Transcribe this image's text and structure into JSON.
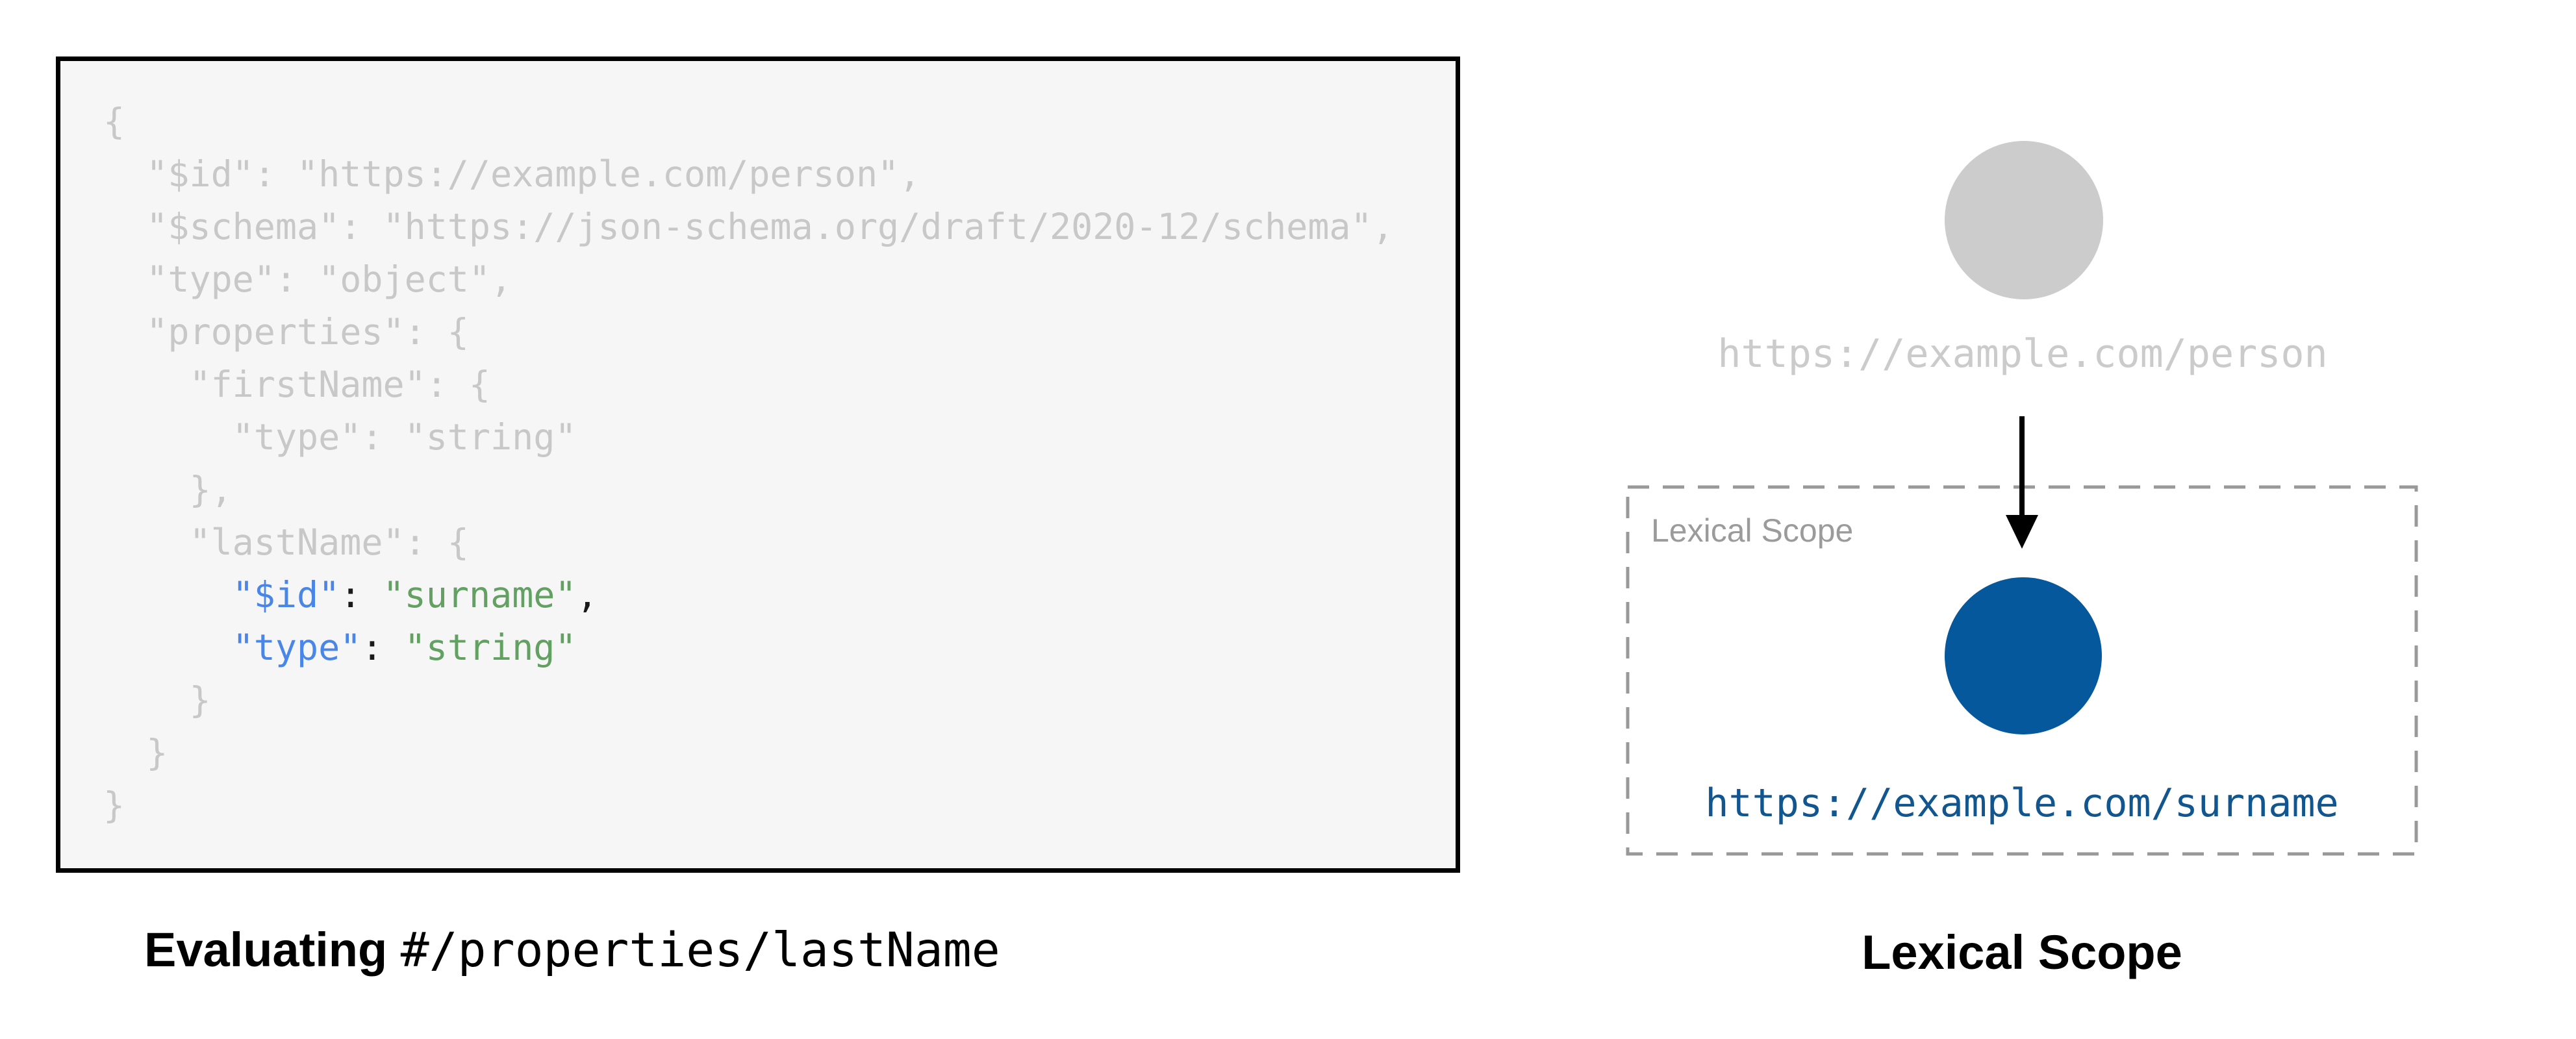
{
  "left_panel": {
    "code": {
      "language": "json-schema",
      "lines": [
        [
          {
            "t": "{",
            "c": "dim"
          }
        ],
        [
          {
            "t": "  \"$id\": \"https://example.com/person\",",
            "c": "dim"
          }
        ],
        [
          {
            "t": "  \"$schema\": \"https://json-schema.org/draft/2020-12/schema\",",
            "c": "dim"
          }
        ],
        [
          {
            "t": "  \"type\": \"object\",",
            "c": "dim"
          }
        ],
        [
          {
            "t": "  \"properties\": {",
            "c": "dim"
          }
        ],
        [
          {
            "t": "    \"firstName\": {",
            "c": "dim"
          }
        ],
        [
          {
            "t": "      \"type\": \"string\"",
            "c": "dim"
          }
        ],
        [
          {
            "t": "    },",
            "c": "dim"
          }
        ],
        [
          {
            "t": "    \"lastName\": {",
            "c": "dim"
          }
        ],
        [
          {
            "t": "      ",
            "c": "dim"
          },
          {
            "t": "\"$id\"",
            "c": "key"
          },
          {
            "t": ":",
            "c": "punc"
          },
          {
            "t": " ",
            "c": "dim"
          },
          {
            "t": "\"surname\"",
            "c": "str"
          },
          {
            "t": ",",
            "c": "punc"
          }
        ],
        [
          {
            "t": "      ",
            "c": "dim"
          },
          {
            "t": "\"type\"",
            "c": "key"
          },
          {
            "t": ":",
            "c": "punc"
          },
          {
            "t": " ",
            "c": "dim"
          },
          {
            "t": "\"string\"",
            "c": "str"
          }
        ],
        [
          {
            "t": "    }",
            "c": "dim"
          }
        ],
        [
          {
            "t": "  }",
            "c": "dim"
          }
        ],
        [
          {
            "t": "}",
            "c": "dim"
          }
        ]
      ]
    },
    "caption": {
      "bold": "Evaluating",
      "separator": " ",
      "path": "#/properties/lastName"
    }
  },
  "right_panel": {
    "parent_node": {
      "label": "https://example.com/person"
    },
    "arrow": {
      "name": "arrow-down"
    },
    "scope_box": {
      "title": "Lexical Scope"
    },
    "child_node": {
      "label": "https://example.com/surname"
    },
    "caption": "Lexical Scope"
  },
  "colors": {
    "code_bg": "#f6f6f6",
    "code_border": "#000000",
    "code_dim_gray": "#c8c8c8",
    "code_key_blue": "#4a86e8",
    "code_string_green": "#63a163",
    "code_punct_black": "#1a1a1a",
    "node_gray": "#cccccc",
    "gray_url": "#cbcbcb",
    "scope_label_gray": "#9b9b9b",
    "dashed_gray": "#999999",
    "node_blue": "#05589b",
    "blue_url": "#12568f",
    "caption_black": "#000000"
  }
}
